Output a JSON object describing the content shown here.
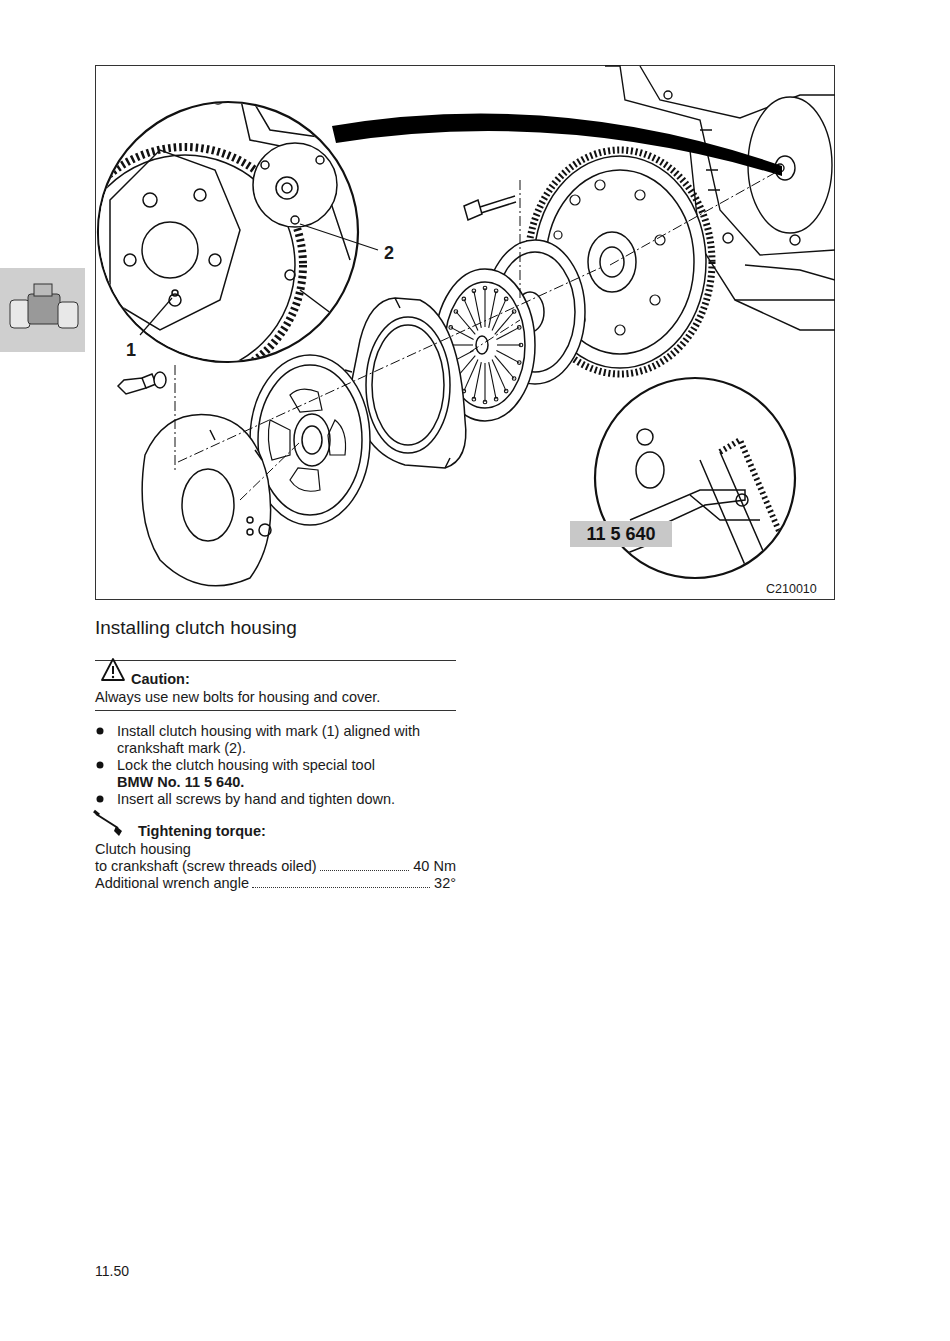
{
  "diagram": {
    "title": "Installing clutch housing",
    "nodes": [
      {
        "text": [
          "11 5 640"
        ]
      }
    ],
    "labels": [
      "1",
      "2",
      "C210010",
      "Caution:",
      "Always use new bolts for housing and cover.",
      "Install clutch housing with mark (1) aligned with crankshaft mark (2).",
      "Lock the clutch housing with special tool",
      "BMW No. 11 5 640.",
      "Insert all screws by hand and tighten down.",
      "Tightening torque:",
      "Clutch housing",
      "to crankshaft (screw threads oiled)",
      "40 Nm",
      "Additional wrench angle",
      "32°",
      "11.50"
    ]
  }
}
